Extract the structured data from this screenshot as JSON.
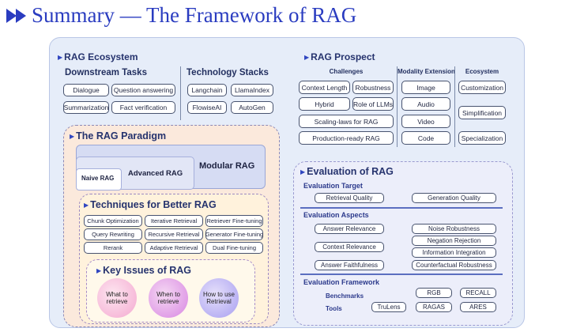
{
  "title": "Summary — The Framework of RAG",
  "ecosystem": {
    "heading": "RAG Ecosystem",
    "downstream": {
      "heading": "Downstream Tasks",
      "items": [
        "Dialogue",
        "Question answering",
        "Summarization",
        "Fact verification"
      ]
    },
    "stacks": {
      "heading": "Technology Stacks",
      "items": [
        "Langchain",
        "LlamaIndex",
        "FlowiseAI",
        "AutoGen"
      ]
    }
  },
  "prospect": {
    "heading": "RAG Prospect",
    "challenges": {
      "heading": "Challenges",
      "items": [
        "Context Length",
        "Robustness",
        "Hybrid",
        "Role of LLMs",
        "Scaling-laws for RAG",
        "Production-ready RAG"
      ]
    },
    "modality": {
      "heading": "Modality Extension",
      "items": [
        "Image",
        "Audio",
        "Video",
        "Code"
      ]
    },
    "eco": {
      "heading": "Ecosystem",
      "items": [
        "Customization",
        "Simplification",
        "Specialization"
      ]
    }
  },
  "paradigm": {
    "heading": "The RAG Paradigm",
    "modular": "Modular RAG",
    "advanced": "Advanced RAG",
    "naive": "Naive RAG"
  },
  "techniques": {
    "heading": "Techniques for Better RAG",
    "items": [
      "Chunk Optimization",
      "Iterative Retrieval",
      "Retriever Fine-tuning",
      "Query Rewriting",
      "Recursive Retrieval",
      "Generator Fine-tuning",
      "Rerank",
      "Adaptive Retrieval",
      "Dual Fine-tuning"
    ]
  },
  "issues": {
    "heading": "Key Issues of RAG",
    "items": [
      "What to retrieve",
      "When to retrieve",
      "How to use Retrieval"
    ]
  },
  "evaluation": {
    "heading": "Evaluation of RAG",
    "target": {
      "heading": "Evaluation Target",
      "items": [
        "Retrieval Quality",
        "Generation Quality"
      ]
    },
    "aspects": {
      "heading": "Evaluation Aspects",
      "items": [
        "Answer Relevance",
        "Context Relevance",
        "Answer Faithfulness",
        "Noise Robustness",
        "Negation Rejection",
        "Information Integration",
        "Counterfactual Robustness"
      ]
    },
    "framework": {
      "heading": "Evaluation Framework",
      "benchmarks_label": "Benchmarks",
      "tools_label": "Tools",
      "benchmarks": [
        "RGB",
        "RECALL",
        "RAGAS",
        "ARES"
      ],
      "tools": [
        "TruLens"
      ]
    }
  },
  "colors": {
    "title": "#2a3cc0",
    "panel": "#e6edf9",
    "paradigm_bg": "#fbe9dc",
    "techniques_bg": "#fff2dc",
    "evaluation_bg": "#eceefa"
  }
}
